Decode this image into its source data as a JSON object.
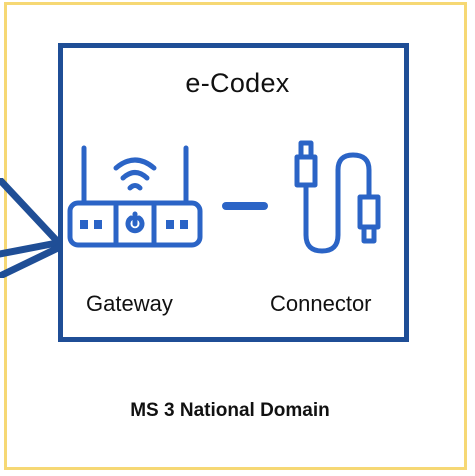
{
  "ecodex": {
    "title": "e-Codex",
    "gateway_label": "Gateway",
    "connector_label": "Connector"
  },
  "domain": {
    "label": "MS 3 National Domain"
  },
  "colors": {
    "domain_border": "#f6d874",
    "box_border": "#1f4e96",
    "icon_blue": "#2b64c6",
    "line_blue": "#1f4e96"
  },
  "icons": {
    "gateway": "router-icon",
    "connector": "cable-connector-icon"
  }
}
